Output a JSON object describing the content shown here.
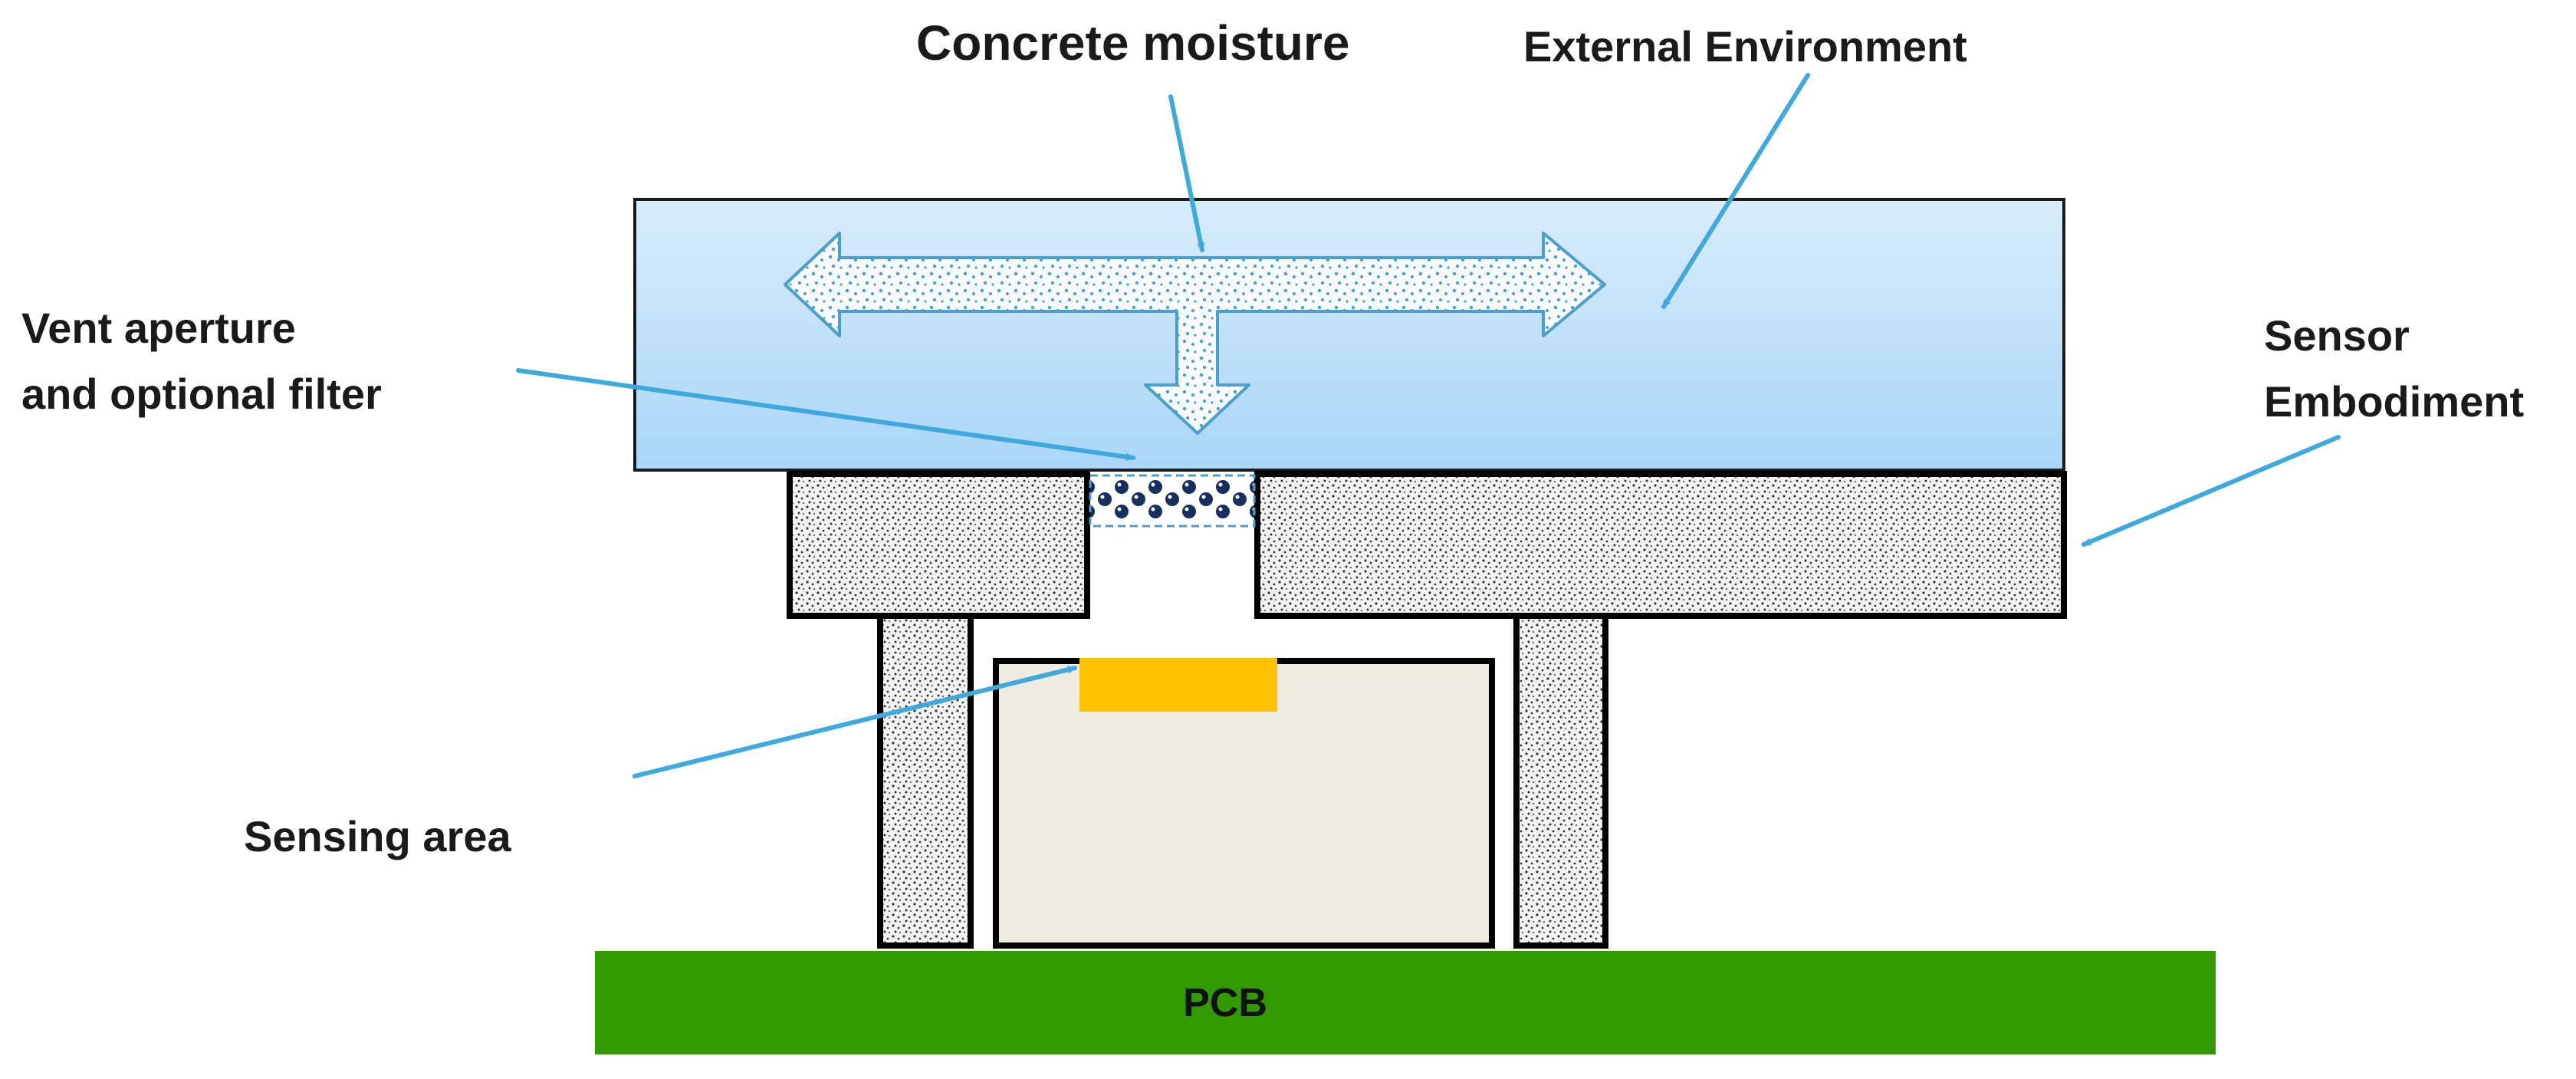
{
  "labels": {
    "concrete_moisture": "Concrete moisture",
    "external_environment": "External Environment",
    "vent_line1": "Vent aperture",
    "vent_line2": "and optional filter",
    "sensor_line1": "Sensor",
    "sensor_line2": "Embodiment",
    "sensing_area": "Sensing area",
    "pcb": "PCB"
  },
  "colors": {
    "external_environment_top": "#d8ecfb",
    "external_environment_bottom": "#aad6f7",
    "pointer": "#3fa9dd",
    "pcb": "#339900",
    "sensing_area": "#ffc000",
    "chip_body": "#eeebe1",
    "filter_dots": "#15305e",
    "moisture_dots": "#4a9fcf"
  },
  "icons": {
    "moisture_flow": "t-shaped-double-arrow"
  }
}
